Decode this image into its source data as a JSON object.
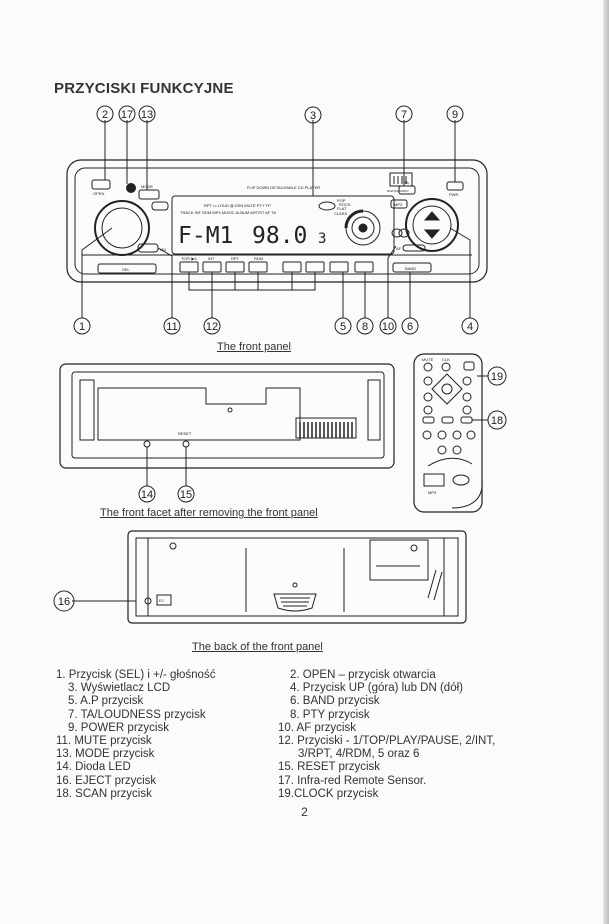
{
  "title": "PRZYCISKI FUNKCYJNE",
  "front_panel": {
    "model_text": "FLIP DOWN DETACHABLE CD PLAYER",
    "label_open": "OPEN",
    "label_mode": "MODE",
    "label_mu": "MU",
    "label_sel": "SEL",
    "label_pwr": "PWR",
    "label_ta": "TA",
    "label_mp3": "MP3",
    "label_af": "AF",
    "label_band": "BAND",
    "label_digital": "DIGITAL AUDIO",
    "indicators_row1": "RPT ▭ LOUD ◍ DSN MUTE PTY TP",
    "indicators_row2": "TRACK INT RDM MP3 MUSIC ALBUM ARTIST AF TA",
    "eq_labels": [
      "POP",
      "ROCK",
      "FLAT",
      "CLASS"
    ],
    "lcd_band": "F-M1",
    "lcd_freq": "98.0",
    "lcd_ch": "3",
    "preset_labels": [
      "TOP/ ▶II",
      "INT",
      "RPT",
      "RDM"
    ],
    "callouts_top": [
      "2",
      "17",
      "13",
      "3",
      "7",
      "9"
    ],
    "callouts_bottom": [
      "1",
      "11",
      "12",
      "5",
      "8",
      "10",
      "6",
      "4"
    ],
    "caption": "The front panel"
  },
  "facet": {
    "reset_label": "RESET",
    "callouts": [
      "14",
      "15"
    ],
    "caption": "The front facet after removing the front panel"
  },
  "remote": {
    "labels": [
      "MUTE",
      "CLK",
      "MP3"
    ],
    "callouts": [
      "19",
      "18"
    ]
  },
  "back": {
    "eject_label": "EJ",
    "callouts": [
      "16"
    ],
    "caption": "The back of  the front panel"
  },
  "legend_left": [
    "1. Przycisk (SEL) i +/- głośność",
    "3. Wyświetlacz LCD",
    "5. A.P przycisk",
    "7. TA/LOUDNESS przycisk",
    "9. POWER przycisk",
    "11. MUTE przycisk",
    "13. MODE przycisk",
    "14. Dioda LED",
    "16. EJECT przycisk",
    "18. SCAN przycisk"
  ],
  "legend_right": [
    "2. OPEN – przycisk otwarcia",
    "4. Przycisk UP (góra) lub DN (dół)",
    "6. BAND przycisk",
    "8. PTY przycisk",
    "10. AF przycisk",
    "12. Przyciski - 1/TOP/PLAY/PAUSE, 2/INT,",
    "3/RPT, 4/RDM, 5 oraz 6",
    "15. RESET przycisk",
    "17. Infra-red Remote Sensor.",
    "19.CLOCK przycisk"
  ],
  "page_number": "2"
}
